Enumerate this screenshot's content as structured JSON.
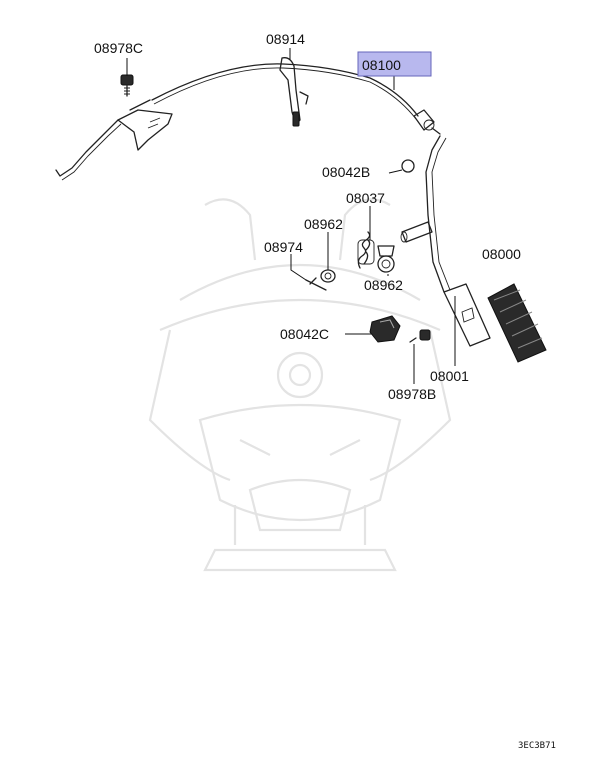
{
  "labels": {
    "p08978c": "08978C",
    "p08914": "08914",
    "p08100": "08100",
    "p08042b": "08042B",
    "p08037": "08037",
    "p08962a": "08962",
    "p08974": "08974",
    "p08962b": "08962",
    "p08000": "08000",
    "p08042c": "08042C",
    "p08001": "08001",
    "p08978b": "08978B"
  },
  "diagram_code": "3EC3B71",
  "colors": {
    "highlight_fill": "#b8b8ee",
    "highlight_stroke": "#6666bb"
  }
}
